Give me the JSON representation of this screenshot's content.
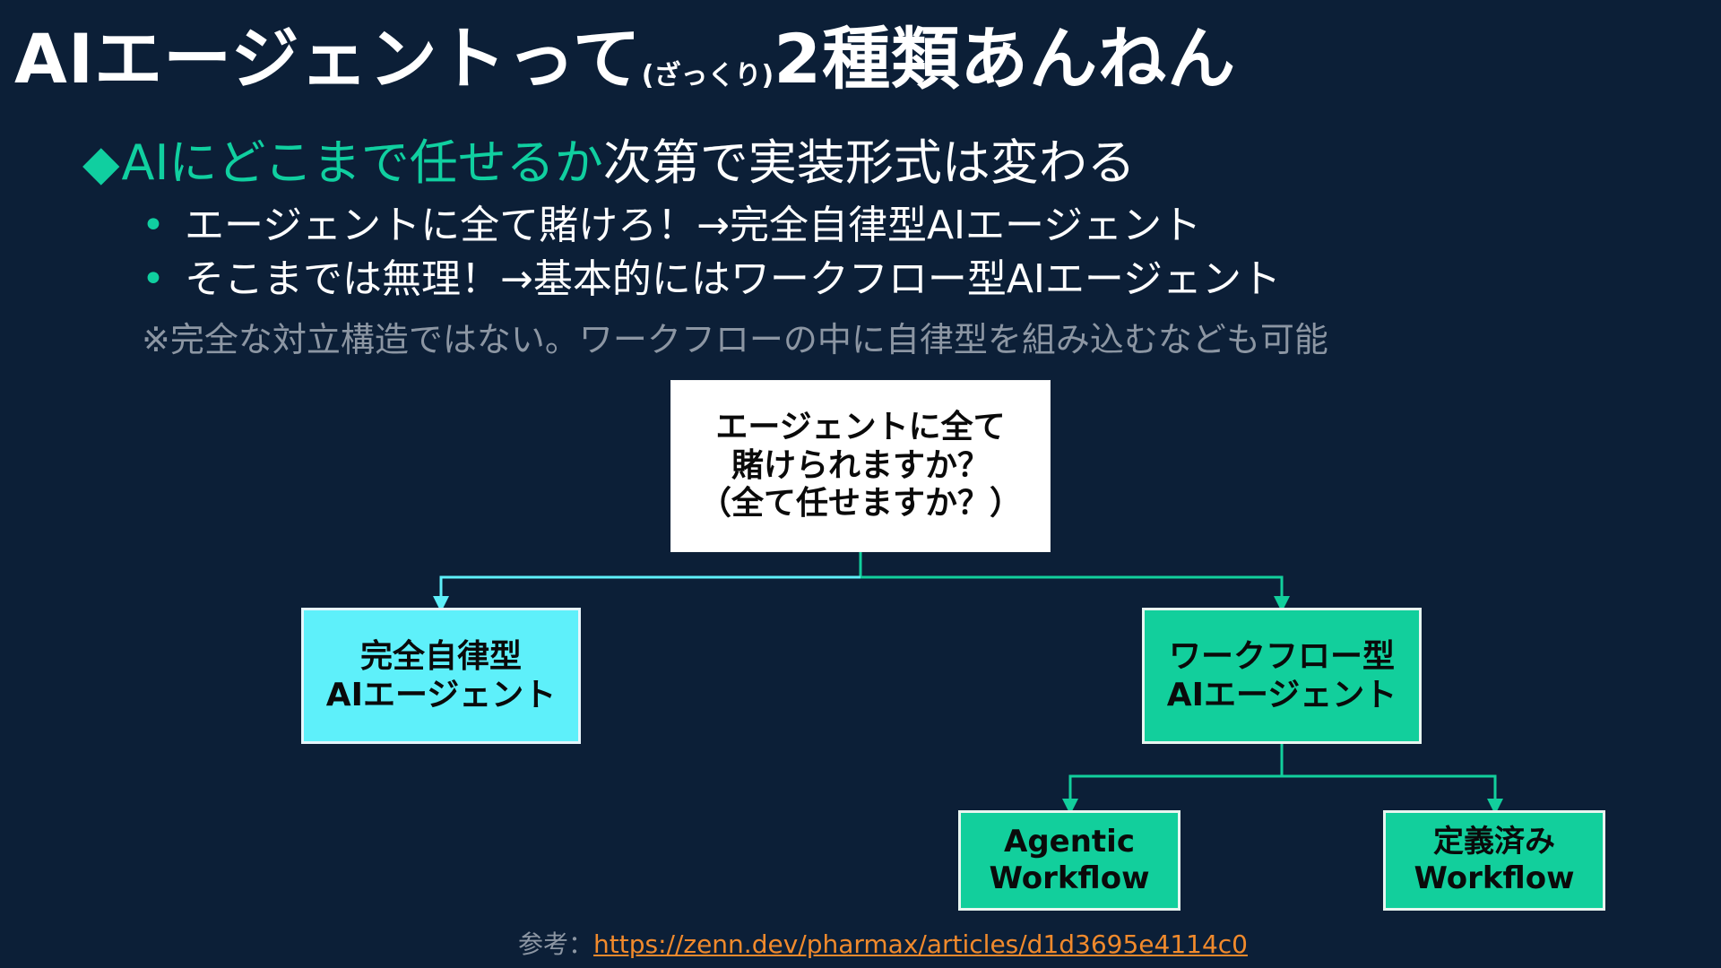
{
  "slide": {
    "title_main": "AIエージェントって",
    "title_paren": "(ざっくり)",
    "title_tail": "2種類あんねん",
    "lead": {
      "diamond": "◆",
      "accent": "AIにどこまで任せるか",
      "rest": "次第で実装形式は変わる"
    },
    "bullets": [
      "エージェントに全て賭けろ！→完全自律型AIエージェント",
      "そこまでは無理！→基本的にはワークフロー型AIエージェント"
    ],
    "note": "※完全な対立構造ではない。ワークフローの中に自律型を組み込むなども可能"
  },
  "diagram": {
    "root": "エージェントに全て\n賭けられますか？\n（全て任せますか？）",
    "left": "完全自律型\nAIエージェント",
    "right": "ワークフロー型\nAIエージェント",
    "right_children": [
      "Agentic\nWorkflow",
      "定義済み\nWorkflow"
    ]
  },
  "reference": {
    "label": "参考：",
    "url_text": "https://zenn.dev/pharmax/articles/d1d3695e4114c0"
  },
  "colors": {
    "background": "#0c1f37",
    "accent_green": "#10cfa0",
    "box_cyan": "#5ef0fa",
    "box_green": "#12cf9c",
    "line_cyan": "#5ef0fa",
    "link_orange": "#f18a2c",
    "muted_gray": "#8c96a3"
  }
}
